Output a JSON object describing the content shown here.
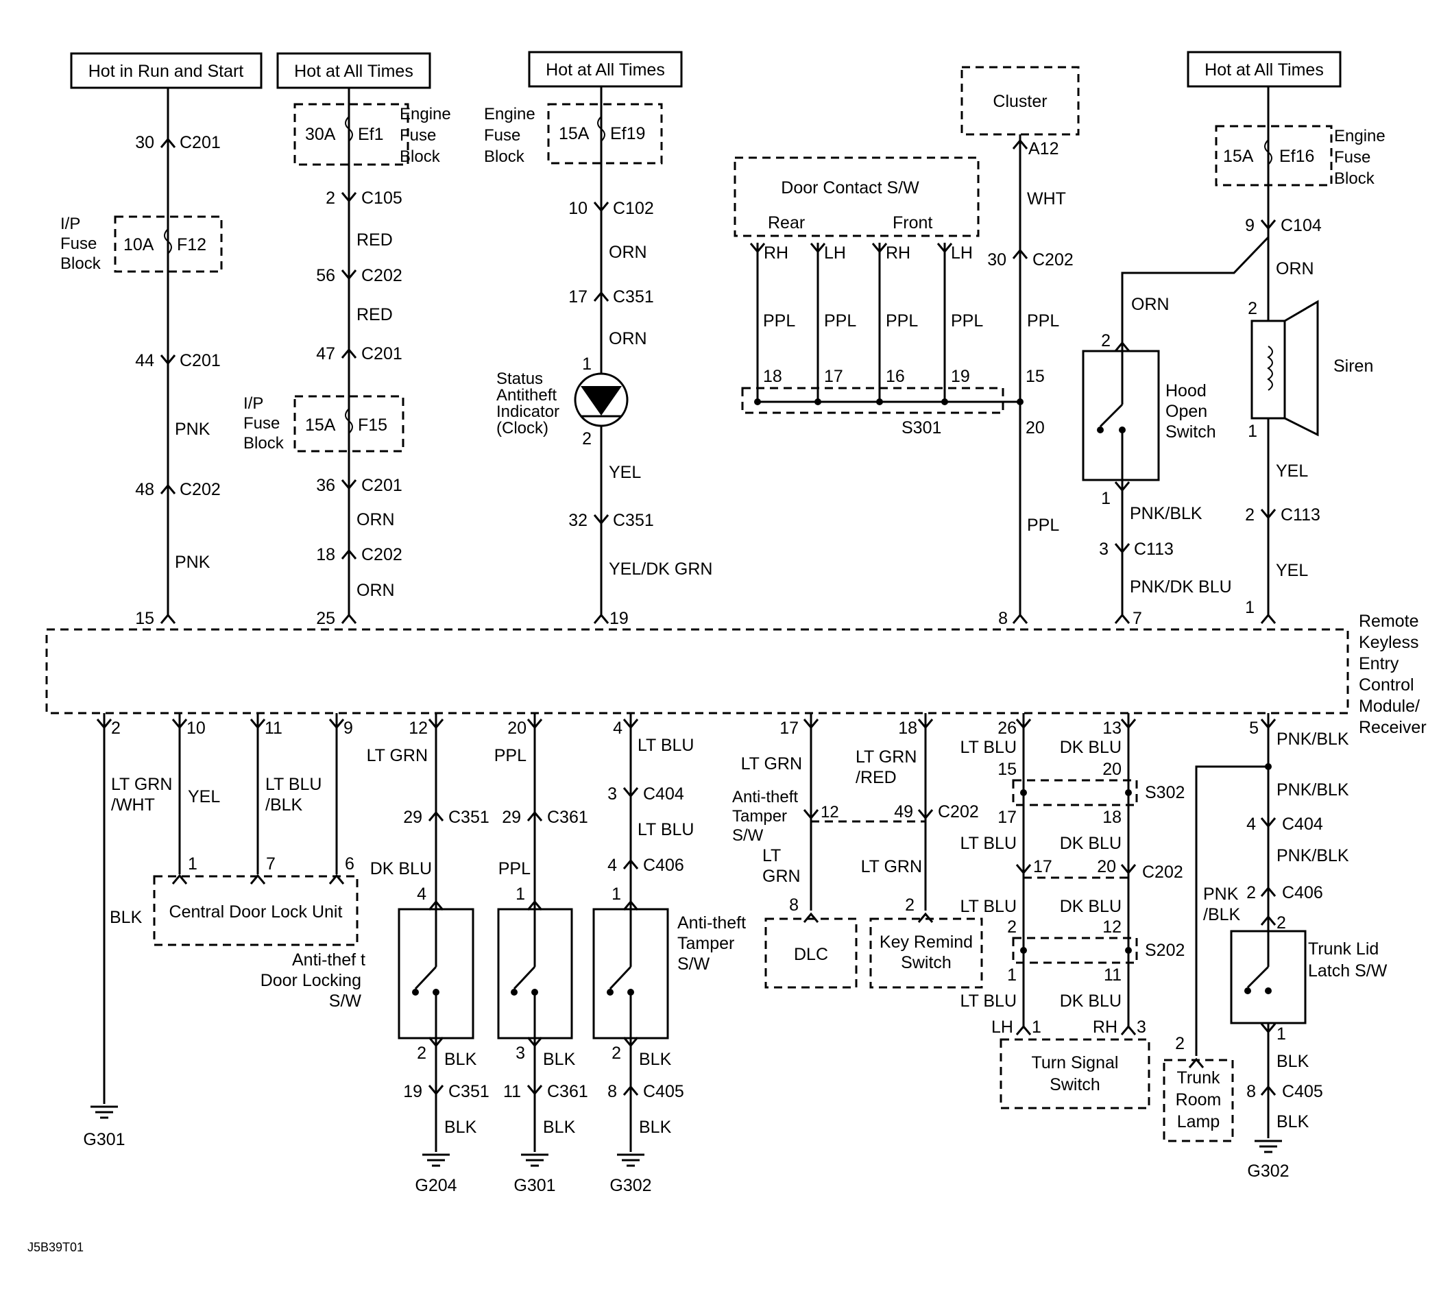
{
  "title_boxes": [
    "Hot in Run and Start",
    "Hot at All Times",
    "Hot at All Times",
    "Hot at All Times"
  ],
  "components": {
    "cluster": "Cluster",
    "door_contact": "Door Contact S/W",
    "rear": "Rear",
    "front": "Front",
    "rem_module": [
      "Remote",
      "Keyless",
      "Entry",
      "Control",
      "Module/",
      "Receiver"
    ],
    "engine_fuse_block": [
      "Engine",
      "Fuse",
      "Block"
    ],
    "ip_fuse_block": [
      "I/P",
      "Fuse",
      "Block"
    ],
    "status_indicator": [
      "Status",
      "Antitheft",
      "Indicator",
      "(Clock)"
    ],
    "hood_switch": [
      "Hood",
      "Open",
      "Switch"
    ],
    "siren": "Siren",
    "central_door_lock": "Central Door Lock Unit",
    "door_locking_sw": [
      "Anti-thef t",
      "Door Locking",
      "S/W"
    ],
    "antitheft_tamper": [
      "Anti-theft",
      "Tamper",
      "S/W"
    ],
    "antitheft_tamper2": [
      "Anti-theft",
      "Tamper",
      "S/W"
    ],
    "dlc": "DLC",
    "key_remind": [
      "Key Remind",
      "Switch"
    ],
    "turn_signal": [
      "Turn Signal",
      "Switch"
    ],
    "trunk_room_lamp": [
      "Trunk",
      "Room",
      "Lamp"
    ],
    "trunk_lid": [
      "Trunk Lid",
      "Latch S/W"
    ],
    "s301": "S301",
    "s302": "S302",
    "s202": "S202",
    "footer_code": "J5B39T01"
  },
  "fuses": {
    "f12": [
      "10A",
      "F12"
    ],
    "ef1": [
      "30A",
      "Ef1"
    ],
    "f15": [
      "15A",
      "F15"
    ],
    "ef19": [
      "15A",
      "Ef19"
    ],
    "ef16": [
      "15A",
      "Ef16"
    ]
  },
  "grounds": [
    "G301",
    "G204",
    "G301",
    "G302",
    "G302"
  ],
  "col1": {
    "p1": "30",
    "c1": "C201",
    "p2": "44",
    "c2": "C201",
    "w1": "PNK",
    "p3": "48",
    "c3": "C202",
    "w2": "PNK",
    "pin": "15"
  },
  "col2": {
    "p1": "2",
    "c1": "C105",
    "w1": "RED",
    "p2": "56",
    "c2": "C202",
    "w2": "RED",
    "p3": "47",
    "c3": "C201",
    "p4": "36",
    "c4": "C201",
    "w3": "ORN",
    "p5": "18",
    "c5": "C202",
    "w4": "ORN",
    "pin": "25"
  },
  "col3": {
    "p1": "10",
    "c1": "C102",
    "w1": "ORN",
    "p2": "17",
    "c2": "C351",
    "w2": "ORN",
    "t1": "1",
    "t2": "2",
    "w3": "YEL",
    "p3": "32",
    "c3": "C351",
    "w4": "YEL/DK GRN",
    "pin": "19"
  },
  "door": {
    "pins": [
      "RH",
      "LH",
      "RH",
      "LH"
    ],
    "wire": "PPL",
    "nums": [
      "18",
      "17",
      "16",
      "19"
    ]
  },
  "cluster_col": {
    "pin": "A12",
    "w1": "WHT",
    "p2": "30",
    "c2": "C202",
    "w2": "PPL",
    "s15": "15",
    "s20": "20",
    "w3": "PPL",
    "mpin": "8"
  },
  "hood_col": {
    "w1": "ORN",
    "t2": "2",
    "t1": "1",
    "w2": "PNK/BLK",
    "p3": "3",
    "c3": "C113",
    "w3": "PNK/DK BLU",
    "mpin": "7"
  },
  "siren_col": {
    "p1": "9",
    "c1": "C104",
    "w1": "ORN",
    "t2": "2",
    "t1": "1",
    "w2": "YEL",
    "p3": "2",
    "c3": "C113",
    "w3": "YEL",
    "mpin": "1"
  },
  "bottom": {
    "b2": {
      "pin": "2",
      "wire": "LT GRN",
      "wire2": "/WHT",
      "wire3": "BLK"
    },
    "b10": {
      "pin": "10",
      "wire": "YEL",
      "t": "1"
    },
    "b11": {
      "pin": "11",
      "wire": "LT BLU",
      "wire2": "/BLK",
      "t": "7"
    },
    "b9": {
      "pin": "9",
      "t": "6"
    },
    "b12": {
      "pin": "12",
      "w1": "LT GRN",
      "p2": "29",
      "c2": "C351",
      "w2": "DK BLU",
      "t1": "4",
      "t2": "2",
      "w3": "BLK",
      "p3": "19",
      "c3": "C351",
      "w4": "BLK"
    },
    "b20": {
      "pin": "20",
      "w1": "PPL",
      "p2": "29",
      "c2": "C361",
      "w2": "PPL",
      "t1": "1",
      "t2": "3",
      "w3": "BLK",
      "p3": "11",
      "c3": "C361",
      "w4": "BLK"
    },
    "b4": {
      "pin": "4",
      "w1": "LT BLU",
      "p2": "3",
      "c2": "C404",
      "w2": "LT BLU",
      "p3": "4",
      "c3": "C406",
      "t1": "1",
      "t2": "2",
      "w3": "BLK",
      "p4": "8",
      "c4": "C405",
      "w4": "BLK"
    },
    "b17": {
      "pin": "17",
      "w1": "LT GRN",
      "t12": "12",
      "w2": "LT",
      "w2b": "GRN",
      "t8": "8"
    },
    "b18": {
      "pin": "18",
      "w1": "LT GRN",
      "w1b": "/RED",
      "p2": "49",
      "c2": "C202",
      "w2": "LT GRN",
      "t2": "2"
    },
    "b26": {
      "pin": "26",
      "w1": "LT BLU",
      "s1": "15",
      "s2": "17",
      "w2": "LT BLU",
      "c17": "17",
      "w3": "LT BLU",
      "s3": "2",
      "s4": "1",
      "w4": "LT BLU",
      "lh": "LH",
      "t1": "1"
    },
    "b13": {
      "pin": "13",
      "w1": "DK BLU",
      "s1": "20",
      "s2": "18",
      "w2": "DK BLU",
      "c20": "20",
      "c202": "C202",
      "w3": "DK BLU",
      "s3": "12",
      "s4": "11",
      "w4": "DK BLU",
      "rh": "RH",
      "t3": "3"
    },
    "b5": {
      "pin": "5",
      "w1": "PNK/BLK",
      "w2": "PNK/BLK",
      "p3": "4",
      "c3": "C404",
      "w3": "PNK/BLK",
      "p4": "2",
      "c4": "C406",
      "t2": "2",
      "t1": "1",
      "w4": "BLK",
      "p5": "8",
      "c5": "C405",
      "w5": "BLK",
      "lamp_wire": "PNK",
      "lamp_wire2": "/BLK",
      "lamp_t": "2"
    }
  }
}
